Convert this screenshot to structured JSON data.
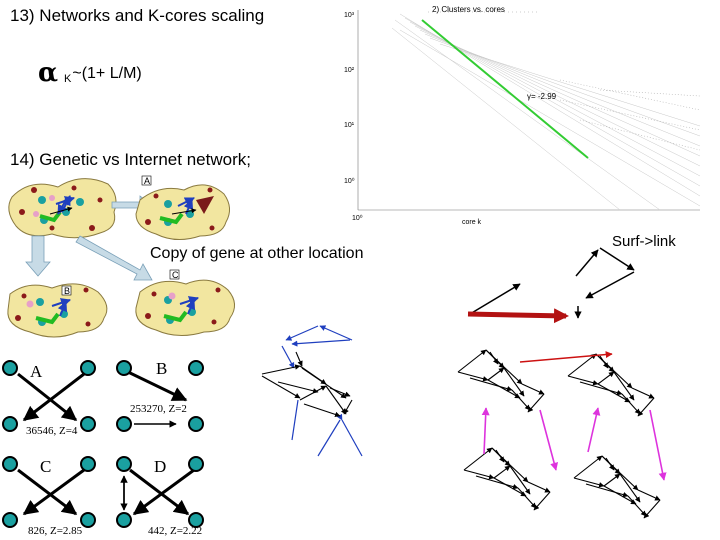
{
  "slide": {
    "item13": "13) Networks and K-cores scaling",
    "formula": {
      "symbol": "α",
      "sub": "K",
      "rest": "~(1+ L/M)"
    },
    "item14": "14) Genetic vs Internet network;",
    "copy_label": "Copy of gene at other location",
    "surf_label": "Surf->link"
  },
  "plot": {
    "title": "2) Clusters vs. cores",
    "slope_label": "γ= -2.99",
    "ytick_labels": [
      "10³",
      "10²",
      "10¹",
      "10⁰"
    ],
    "xtick_label": "10⁰",
    "xlabel": "core k"
  },
  "cells": {
    "a": "A",
    "b": "B",
    "c": "C"
  },
  "motifs": {
    "a": {
      "letter": "A",
      "caption": "36546, Z=4"
    },
    "b": {
      "letter": "B",
      "caption": "253270, Z=2"
    },
    "c": {
      "letter": "C",
      "caption": "826, Z=2.85"
    },
    "d": {
      "letter": "D",
      "caption": "442, Z=2.22"
    }
  },
  "colors": {
    "cell_fill": "#f2e6a0",
    "dot_red": "#8b1a1a",
    "node_teal": "#1aa0a0",
    "fit_green": "#33cc33",
    "blue_edge": "#1f3fbf",
    "red_edge": "#cc1111",
    "magenta_edge": "#dd33dd"
  }
}
